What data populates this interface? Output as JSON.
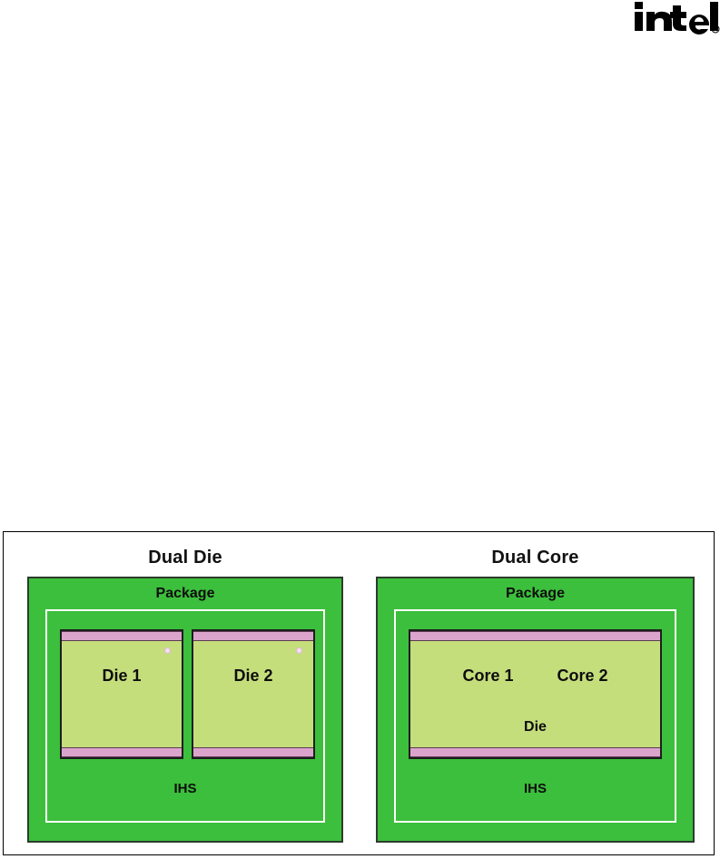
{
  "brand": {
    "name": "intel",
    "logo_icon": "intel-logo",
    "trademark": "®",
    "color": "#000000"
  },
  "colors": {
    "package_green": "#3cbf3c",
    "package_border": "#2d3b2d",
    "die_green": "#c5de7c",
    "solder_pink": "#dba4cd",
    "ihs_outline": "#ffffff",
    "text": "#0d0d0d",
    "frame_border": "#000000",
    "canvas": "#ffffff"
  },
  "figure": {
    "name": "dual-die-vs-dual-core-comparison",
    "panels": [
      {
        "id": "dual-die",
        "title": "Dual Die",
        "package_label": "Package",
        "ihs_label": "IHS",
        "dies": [
          {
            "label": "Die 1",
            "notch": true
          },
          {
            "label": "Die 2",
            "notch": true
          }
        ]
      },
      {
        "id": "dual-core",
        "title": "Dual Core",
        "package_label": "Package",
        "ihs_label": "IHS",
        "die_word": "Die",
        "cores": [
          {
            "label": "Core 1"
          },
          {
            "label": "Core 2"
          }
        ]
      }
    ]
  }
}
